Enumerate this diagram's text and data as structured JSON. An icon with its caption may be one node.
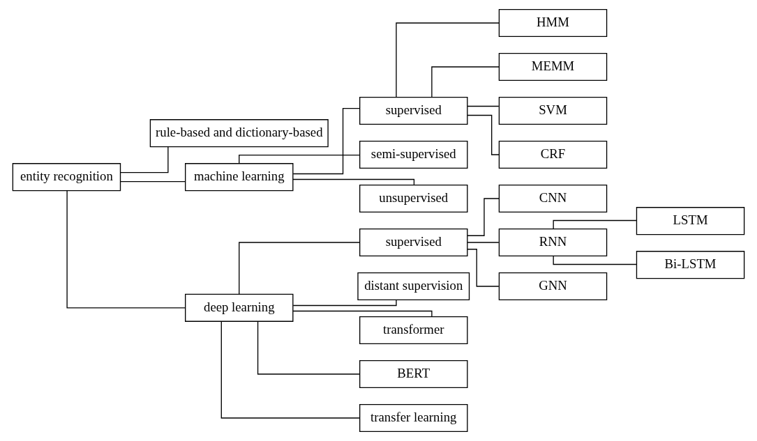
{
  "diagram": {
    "nodes": [
      {
        "text": [
          "entity recognition"
        ]
      },
      {
        "text": [
          "rule-based and dictionary-based"
        ]
      },
      {
        "text": [
          "machine learning"
        ]
      },
      {
        "text": [
          "deep learning"
        ]
      },
      {
        "text": [
          "supervised"
        ]
      },
      {
        "text": [
          "semi-supervised"
        ]
      },
      {
        "text": [
          "unsupervised"
        ]
      },
      {
        "text": [
          "HMM"
        ]
      },
      {
        "text": [
          "MEMM"
        ]
      },
      {
        "text": [
          "SVM"
        ]
      },
      {
        "text": [
          "CRF"
        ]
      },
      {
        "text": [
          "supervised"
        ]
      },
      {
        "text": [
          "distant supervision"
        ]
      },
      {
        "text": [
          "transformer"
        ]
      },
      {
        "text": [
          "BERT"
        ]
      },
      {
        "text": [
          "transfer learning"
        ]
      },
      {
        "text": [
          "CNN"
        ]
      },
      {
        "text": [
          "RNN"
        ]
      },
      {
        "text": [
          "GNN"
        ]
      },
      {
        "text": [
          "LSTM"
        ]
      },
      {
        "text": [
          "Bi-LSTM"
        ]
      }
    ],
    "edges": [
      {
        "from": 0,
        "to": 1,
        "arrow": "none"
      },
      {
        "from": 0,
        "to": 2,
        "arrow": "none"
      },
      {
        "from": 0,
        "to": 3,
        "arrow": "none"
      },
      {
        "from": 2,
        "to": 4,
        "arrow": "none"
      },
      {
        "from": 2,
        "to": 5,
        "arrow": "none"
      },
      {
        "from": 2,
        "to": 6,
        "arrow": "none"
      },
      {
        "from": 4,
        "to": 7,
        "arrow": "none"
      },
      {
        "from": 4,
        "to": 8,
        "arrow": "none"
      },
      {
        "from": 4,
        "to": 9,
        "arrow": "none"
      },
      {
        "from": 4,
        "to": 10,
        "arrow": "none"
      },
      {
        "from": 3,
        "to": 11,
        "arrow": "none"
      },
      {
        "from": 3,
        "to": 12,
        "arrow": "none"
      },
      {
        "from": 3,
        "to": 13,
        "arrow": "none"
      },
      {
        "from": 3,
        "to": 14,
        "arrow": "none"
      },
      {
        "from": 3,
        "to": 15,
        "arrow": "none"
      },
      {
        "from": 11,
        "to": 16,
        "arrow": "none"
      },
      {
        "from": 11,
        "to": 17,
        "arrow": "none"
      },
      {
        "from": 11,
        "to": 18,
        "arrow": "none"
      },
      {
        "from": 17,
        "to": 19,
        "arrow": "none"
      },
      {
        "from": 17,
        "to": 20,
        "arrow": "none"
      }
    ]
  }
}
